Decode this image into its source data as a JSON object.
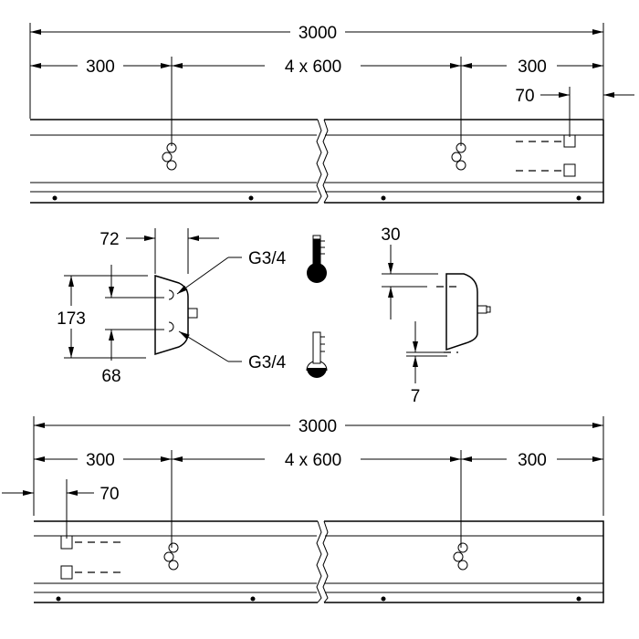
{
  "top_view": {
    "overall": "3000",
    "left_offset": "300",
    "spacing": "4 x 600",
    "right_offset": "300",
    "edge_dim": "70"
  },
  "side_view": {
    "width": "72",
    "height": "173",
    "lower_offset": "68",
    "inlet_hot": "G3/4",
    "inlet_cold": "G3/4",
    "top_gap": "30",
    "bottom_gap": "7"
  },
  "bottom_view": {
    "overall": "3000",
    "left_offset": "300",
    "spacing": "4 x 600",
    "right_offset": "300",
    "edge_dim": "70"
  }
}
